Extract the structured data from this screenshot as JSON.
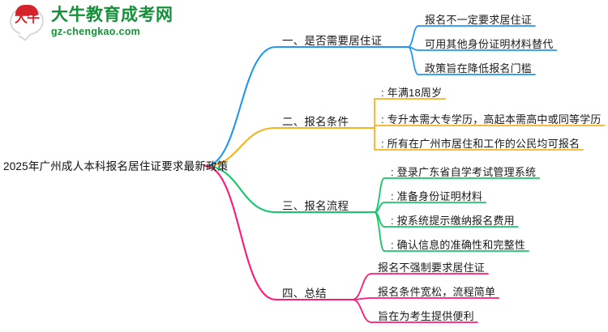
{
  "logo": {
    "mark_glyph": "大牛",
    "title": "大牛教育成考网",
    "subtitle": "gz-chengkao.com",
    "brand_green": "#16913a",
    "brand_red": "#d4232a"
  },
  "mindmap": {
    "root": "2025年广州成人本科报名居住证要求最新政策",
    "branches": [
      {
        "label": "一、是否需要居住证",
        "color": "#2196f3",
        "children": [
          "报名不一定要求居住证",
          "可用其他身份证明材料替代",
          "政策旨在降低报名门槛"
        ]
      },
      {
        "label": "二、报名条件",
        "color": "#f5b323",
        "children": [
          ": 年满18周岁",
          ": 专升本需大专学历，高起本需高中或同等学历",
          ": 所有在广州市居住和工作的公民均可报名"
        ]
      },
      {
        "label": "三、报名流程",
        "color": "#16c76a",
        "children": [
          ": 登录广东省自学考试管理系统",
          ": 准备身份证明材料",
          ": 按系统提示缴纳报名费用",
          ": 确认信息的准确性和完整性"
        ]
      },
      {
        "label": "四、总结",
        "color": "#ff1a75",
        "children": [
          "报名不强制要求居住证",
          "报名条件宽松，流程简单",
          "旨在为考生提供便利"
        ]
      }
    ]
  }
}
